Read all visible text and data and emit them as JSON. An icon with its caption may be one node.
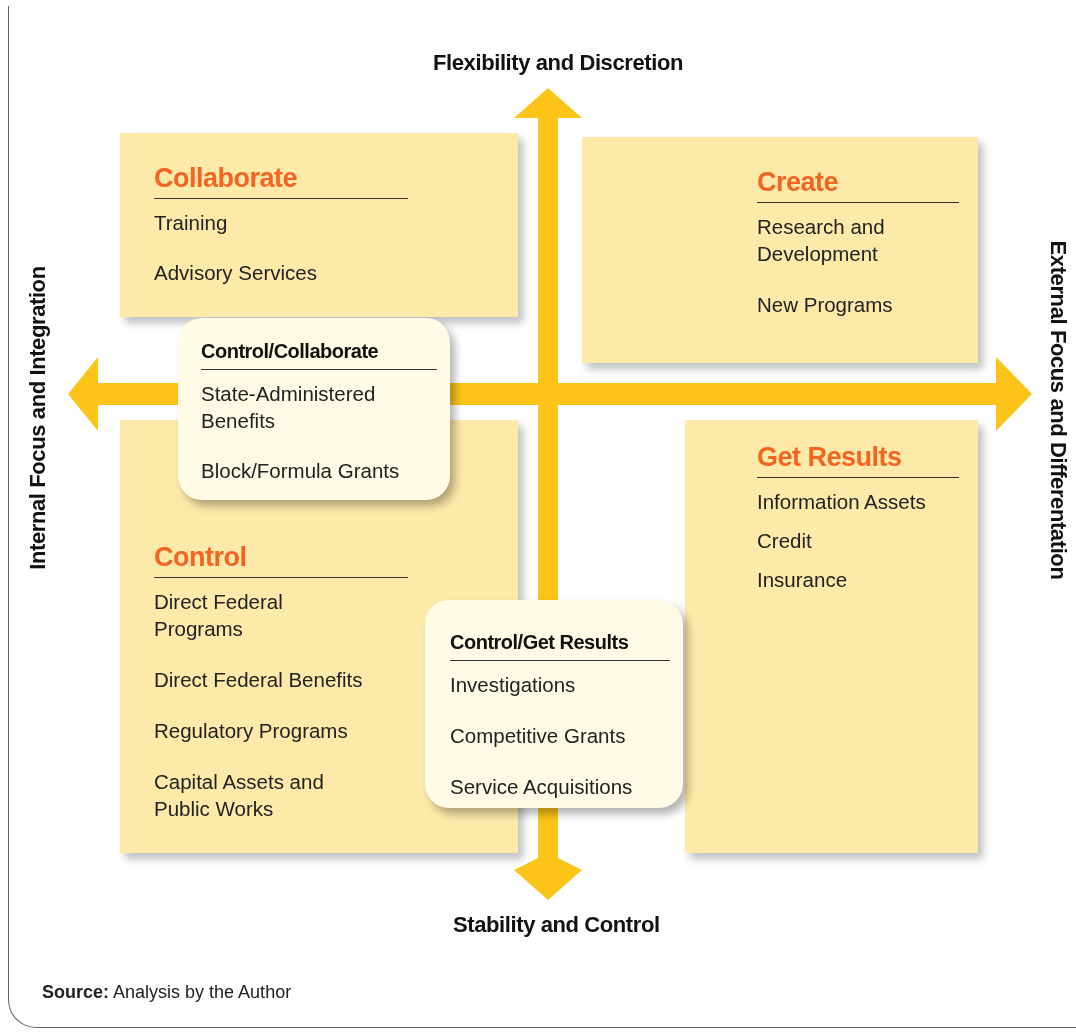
{
  "diagram": {
    "caption": "**Source:** Analysis by the Author",
    "nodes": [
      {
        "text": [
          "Collaborate",
          "Training",
          "Advisory Services"
        ]
      },
      {
        "text": [
          "Create",
          "Research and Development",
          "New Programs"
        ]
      },
      {
        "text": [
          "Control",
          "Direct Federal Programs",
          "Direct Federal Benefits",
          "Regulatory Programs",
          "Capital Assets and Public Works"
        ]
      },
      {
        "text": [
          "Get Results",
          "Information Assets",
          "Credit",
          "Insurance"
        ]
      },
      {
        "text": [
          "Control/Collaborate",
          "State-Administered Benefits",
          "Block/Formula Grants"
        ]
      },
      {
        "text": [
          "Control/Get Results",
          "Investigations",
          "Competitive Grants",
          "Service Acquisitions"
        ]
      }
    ],
    "edges": [],
    "labels": [
      "Flexibility and Discretion",
      "Internal Focus and Integration",
      "External Focus and Differentation",
      "Stability and Control"
    ]
  }
}
